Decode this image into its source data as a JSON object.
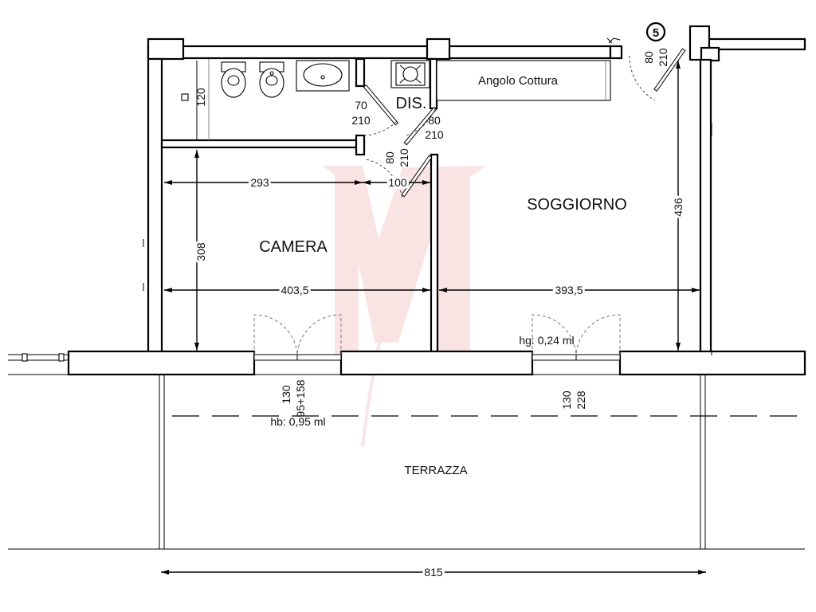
{
  "rooms": {
    "soggiorno": "SOGGIORNO",
    "camera": "CAMERA",
    "dis": "DIS.",
    "angolo_cottura": "Angolo Cottura",
    "terrazza": "TERRAZZA"
  },
  "marker": "5",
  "dimensions": {
    "bath_height": "120",
    "camera_width_inner": "293",
    "door_width": "100",
    "camera_depth": "308",
    "camera_width": "403,5",
    "soggiorno_width": "393,5",
    "soggiorno_depth": "436",
    "total_width": "815"
  },
  "doors": {
    "bath_w": "70",
    "bath_h": "210",
    "living_w": "80",
    "living_h": "210",
    "camera_w": "80",
    "camera_h": "210",
    "entrance_w": "80",
    "entrance_h": "210"
  },
  "windows": {
    "camera_w": "130",
    "camera_h": "95+158",
    "camera_hb": "hb: 0,95 ml",
    "soggiorno_w": "130",
    "soggiorno_h": "228",
    "soggiorno_hg": "hg: 0,24 ml"
  },
  "colors": {
    "walls": "#000000",
    "background": "#ffffff",
    "watermark": "#e0302f"
  }
}
